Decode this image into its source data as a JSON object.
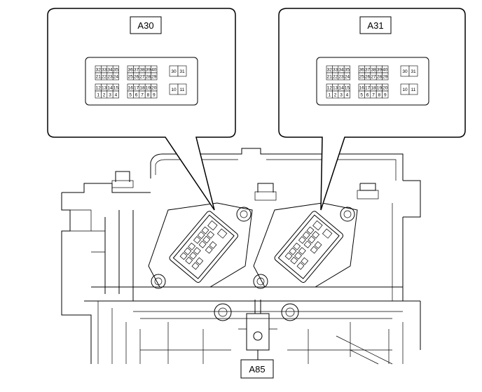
{
  "callouts": {
    "left": {
      "label": "A30"
    },
    "right": {
      "label": "A31"
    },
    "bottom": {
      "label": "A85"
    }
  },
  "pins": {
    "row1a": [
      "32",
      "33",
      "34",
      "35"
    ],
    "row1b": [
      "36",
      "37",
      "38",
      "39",
      "40"
    ],
    "row2a": [
      "21",
      "22",
      "23",
      "24"
    ],
    "row2b": [
      "25",
      "26",
      "27",
      "28",
      "29"
    ],
    "row3a": [
      "12",
      "13",
      "14",
      "15"
    ],
    "row3b": [
      "16",
      "17",
      "18",
      "19",
      "20"
    ],
    "row4a": [
      "1",
      "2",
      "3",
      "4"
    ],
    "row4b": [
      "5",
      "6",
      "7",
      "8",
      "9"
    ],
    "side_top": [
      "30",
      "31"
    ],
    "side_bottom": [
      "10",
      "11"
    ]
  }
}
